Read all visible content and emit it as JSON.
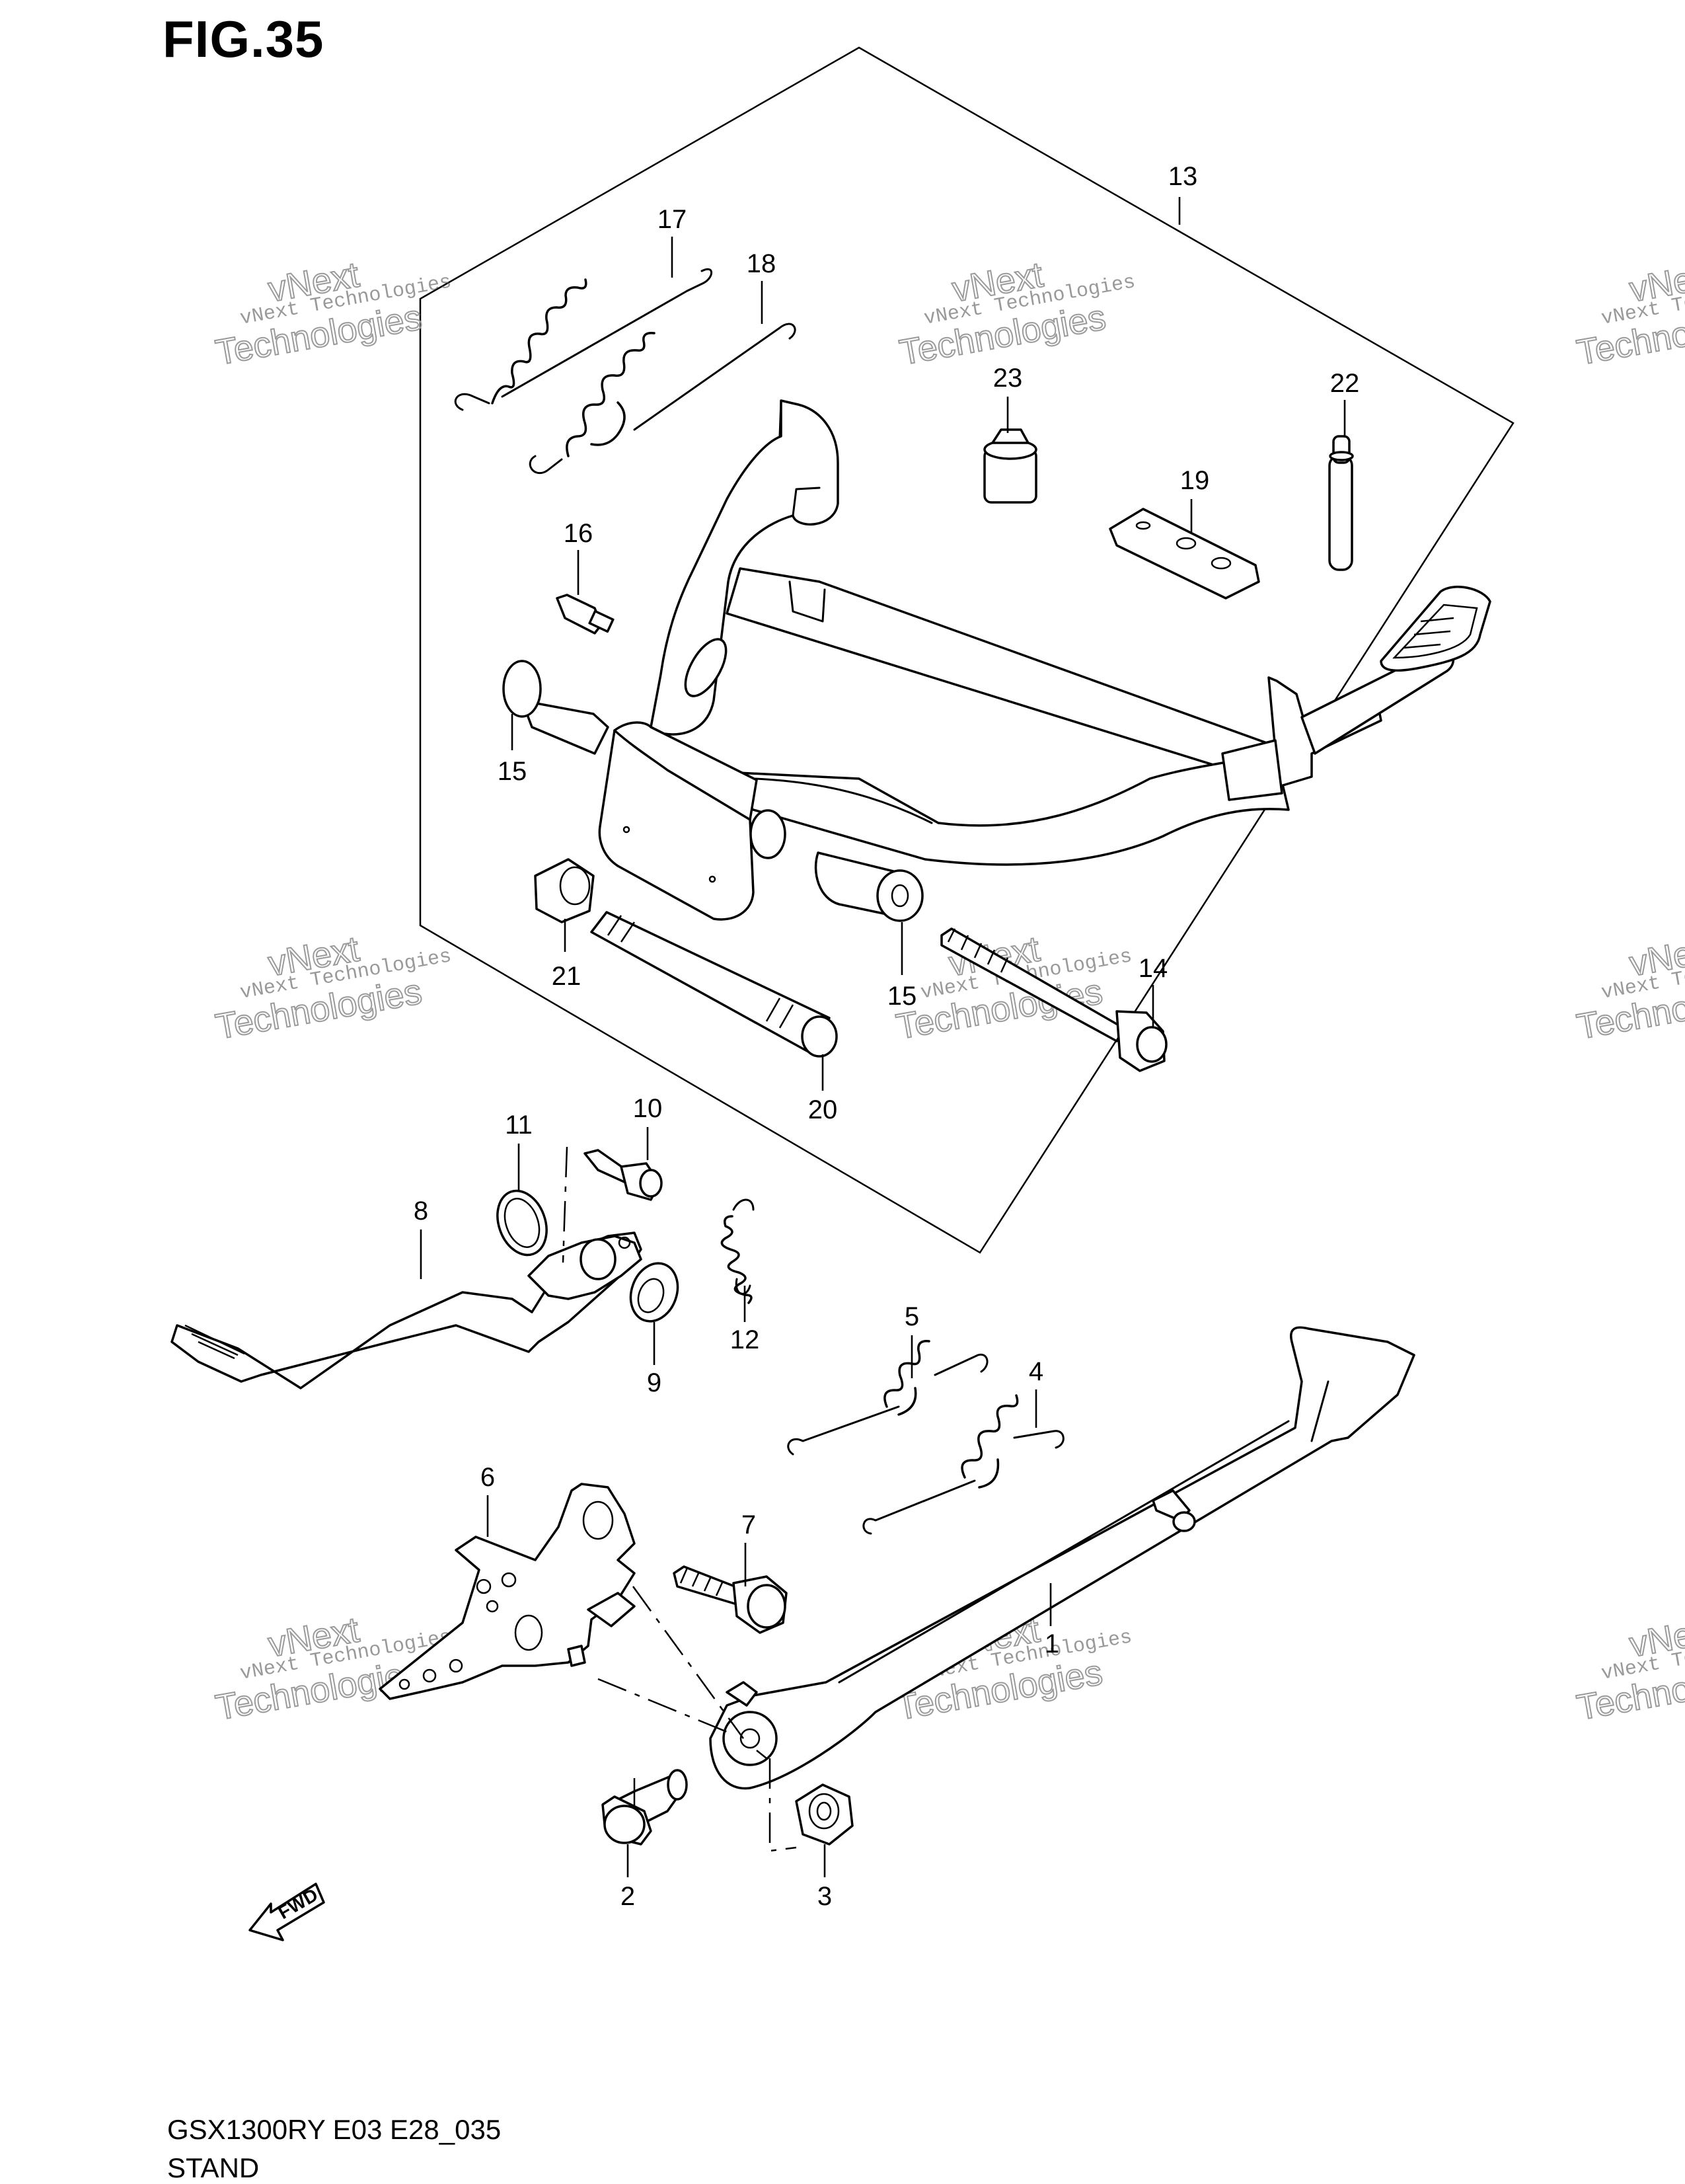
{
  "figure": {
    "title": "FIG.35"
  },
  "footer": {
    "model_code": "GSX1300RY E03 E28_035",
    "section_name": "STAND"
  },
  "fwd_label": "FWD",
  "watermark": {
    "line1": "vNext Technologies",
    "line2": "vNext",
    "line3": "Technologies"
  },
  "callouts": {
    "c1": "1",
    "c2": "2",
    "c3": "3",
    "c4": "4",
    "c5": "5",
    "c6": "6",
    "c7": "7",
    "c8": "8",
    "c9": "9",
    "c10": "10",
    "c11": "11",
    "c12": "12",
    "c13": "13",
    "c14": "14",
    "c15a": "15",
    "c15b": "15",
    "c16": "16",
    "c17": "17",
    "c18": "18",
    "c19": "19",
    "c20": "20",
    "c21": "21",
    "c22": "22",
    "c23": "23"
  }
}
